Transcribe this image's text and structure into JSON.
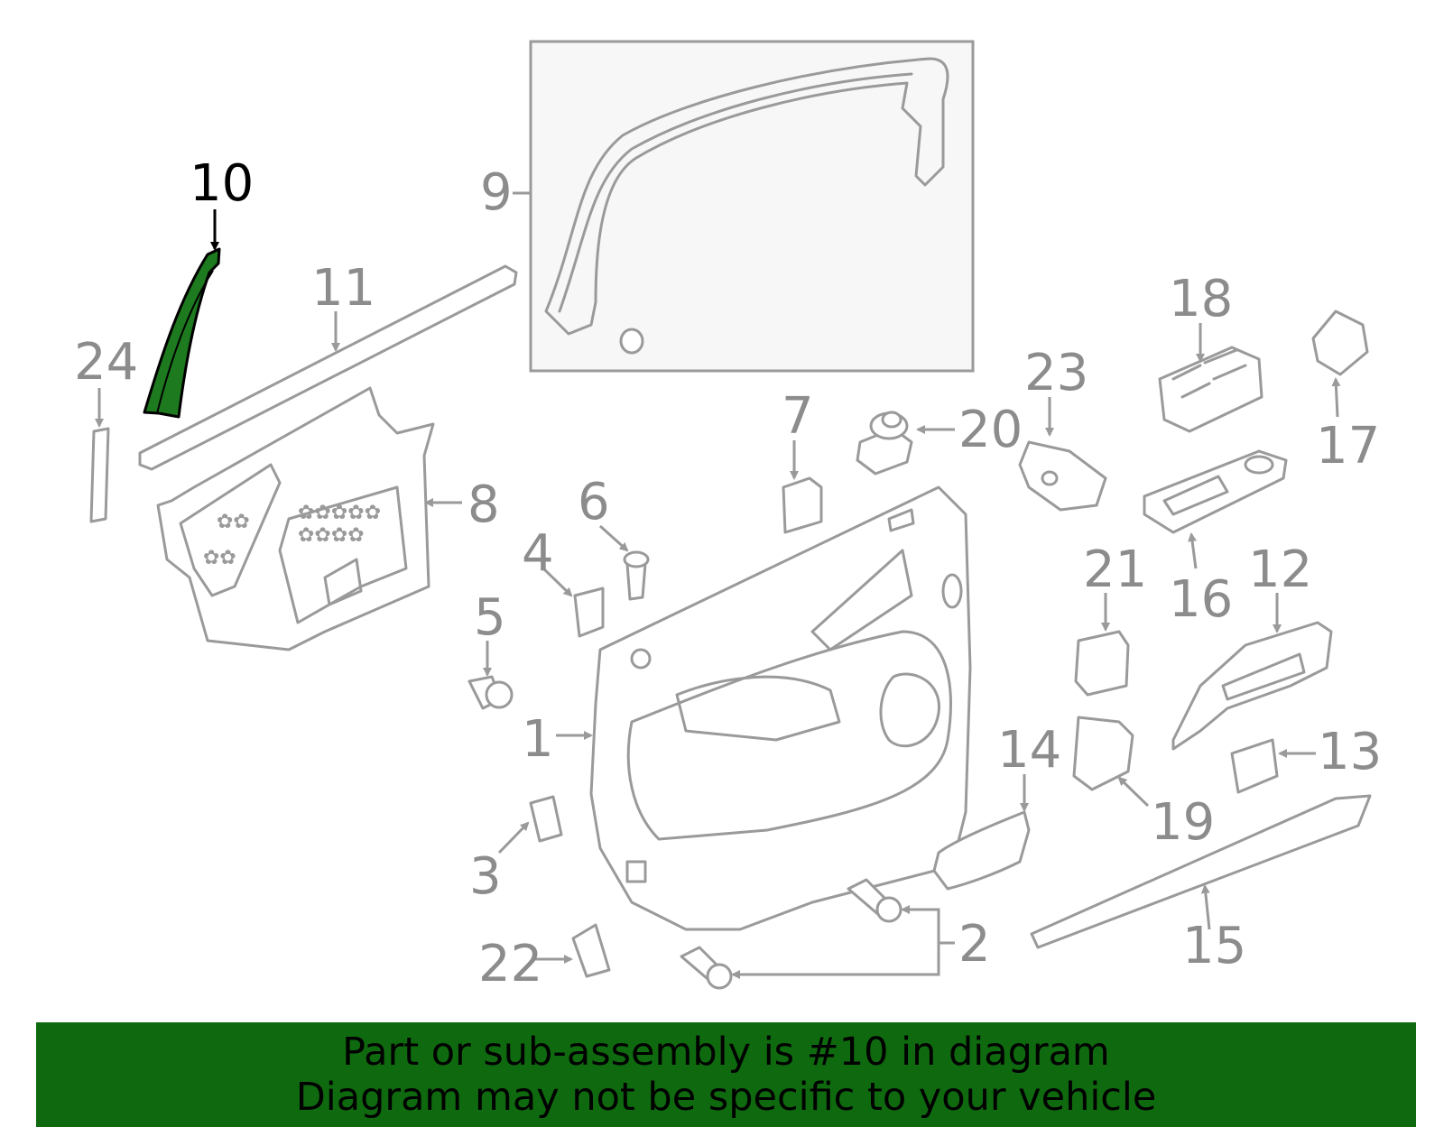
{
  "diagram": {
    "highlighted_part": "10",
    "highlight_color": "#0f6a0f",
    "callouts": {
      "c1": "1",
      "c2": "2",
      "c3": "3",
      "c4": "4",
      "c5": "5",
      "c6": "6",
      "c7": "7",
      "c8": "8",
      "c9": "9",
      "c10": "10",
      "c11": "11",
      "c12": "12",
      "c13": "13",
      "c14": "14",
      "c15": "15",
      "c16": "16",
      "c17": "17",
      "c18": "18",
      "c19": "19",
      "c20": "20",
      "c21": "21",
      "c22": "22",
      "c23": "23",
      "c24": "24"
    }
  },
  "banner": {
    "line1": "Part or sub-assembly is #10 in diagram",
    "line2": "Diagram may not be specific to your vehicle",
    "background": "#0f6a0f"
  }
}
